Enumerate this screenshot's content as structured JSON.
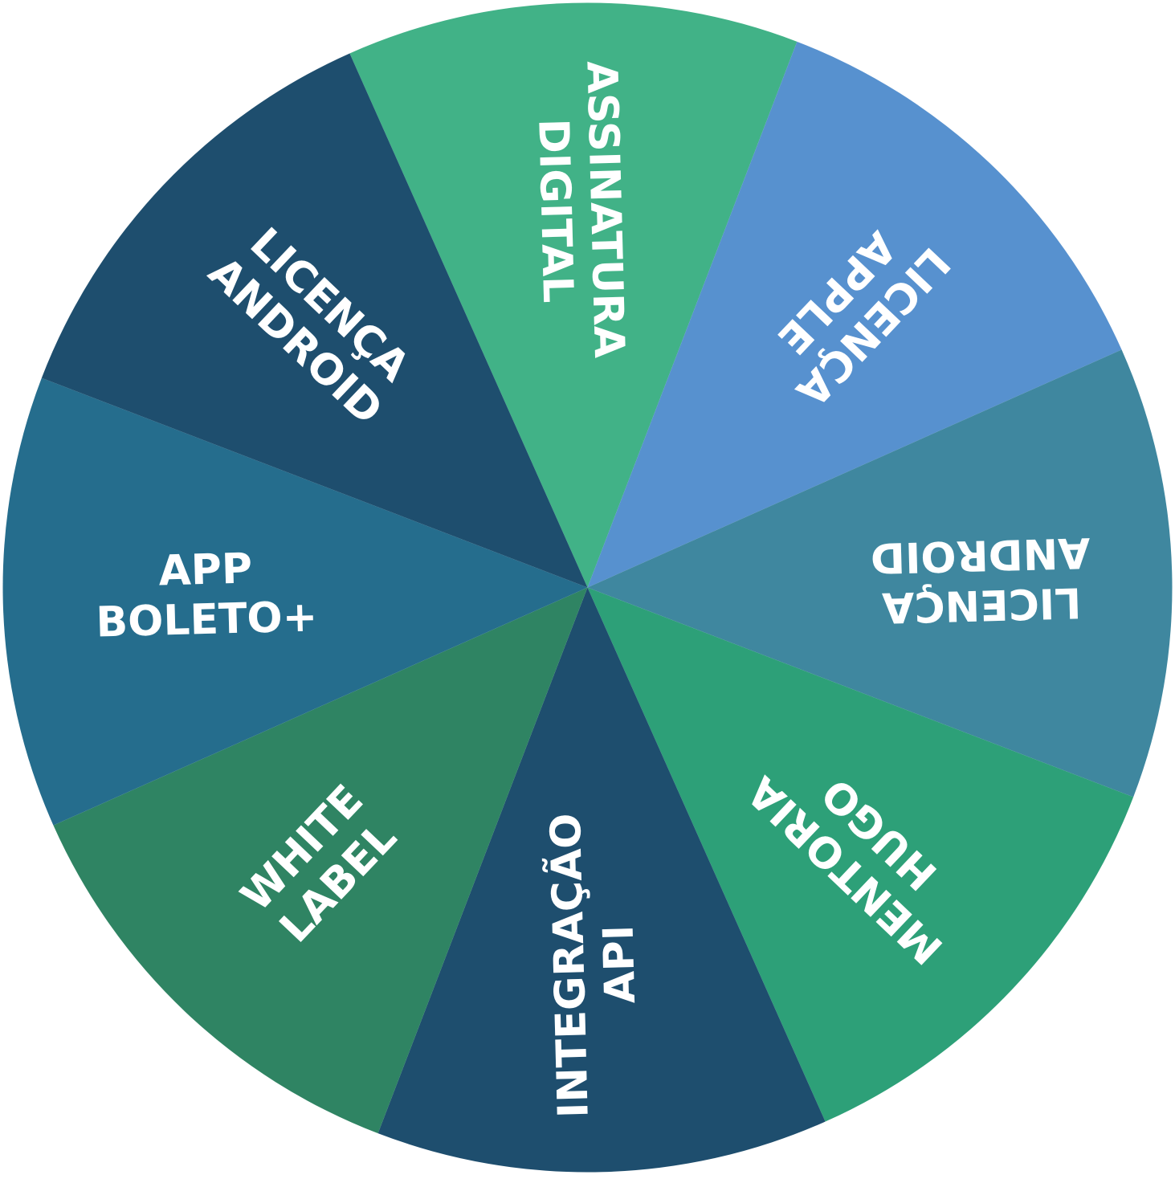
{
  "wheel": {
    "segments": [
      {
        "lines": [
          "ASSINATURA",
          "DIGITAL"
        ],
        "color": "#41b287"
      },
      {
        "lines": [
          "LICENÇA",
          "APPLE"
        ],
        "color": "#5791cf"
      },
      {
        "lines": [
          "LICENÇA",
          "ANDROID"
        ],
        "color": "#3f879f"
      },
      {
        "lines": [
          "MENTORIA",
          "HUGO"
        ],
        "color": "#2da078"
      },
      {
        "lines": [
          "INTEGRAÇÃO",
          "API"
        ],
        "color": "#1e4e6e"
      },
      {
        "lines": [
          "WHITE",
          "LABEL"
        ],
        "color": "#2f8463"
      },
      {
        "lines": [
          "APP",
          "BOLETO+"
        ],
        "color": "#256d8d"
      },
      {
        "lines": [
          "LICENÇA",
          "ANDROID"
        ],
        "color": "#1e4e6e"
      }
    ]
  }
}
